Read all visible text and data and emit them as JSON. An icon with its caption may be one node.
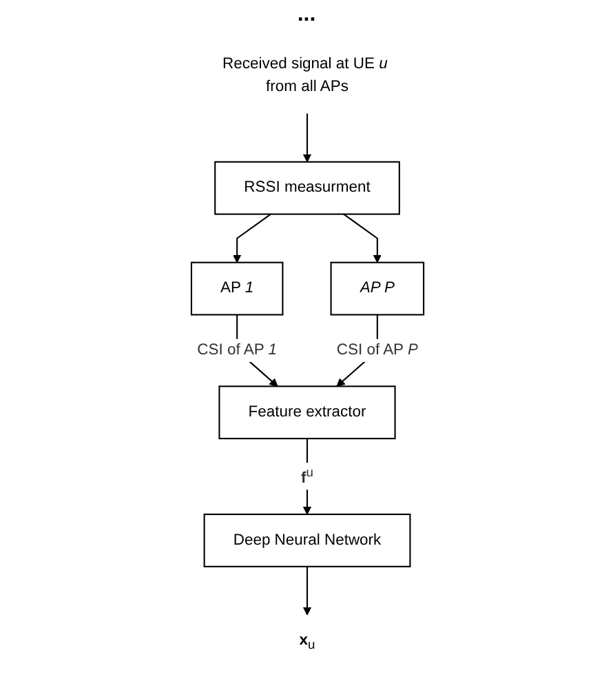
{
  "diagram": {
    "nodes": [
      {
        "text": [
          "Received signal at UE *u* from all APs"
        ]
      },
      {
        "text": [
          "RSSI measurment"
        ]
      },
      {
        "text": [
          "AP *1*"
        ]
      },
      {
        "text": [
          "*AP P*"
        ]
      },
      {
        "text": [
          "Feature extractor"
        ]
      },
      {
        "text": [
          "Deep Neural Network"
        ]
      },
      {
        "text": [
          "**x**$_{u}$"
        ]
      }
    ],
    "edges": [
      {
        "from": 0,
        "to": 1,
        "arrow": "to"
      },
      {
        "from": 1,
        "to": 2,
        "arrow": "to"
      },
      {
        "from": 1,
        "to": 3,
        "arrow": "to"
      },
      {
        "from": 2,
        "to": 4,
        "arrow": "to",
        "label": "CSI of AP *1*"
      },
      {
        "from": 3,
        "to": 4,
        "arrow": "to",
        "label": "CSI of AP *P*"
      },
      {
        "from": 4,
        "to": 5,
        "arrow": "to",
        "label": "**f**$^{u}$"
      },
      {
        "from": 5,
        "to": 6,
        "arrow": "to"
      }
    ],
    "labels": [
      "..."
    ]
  }
}
